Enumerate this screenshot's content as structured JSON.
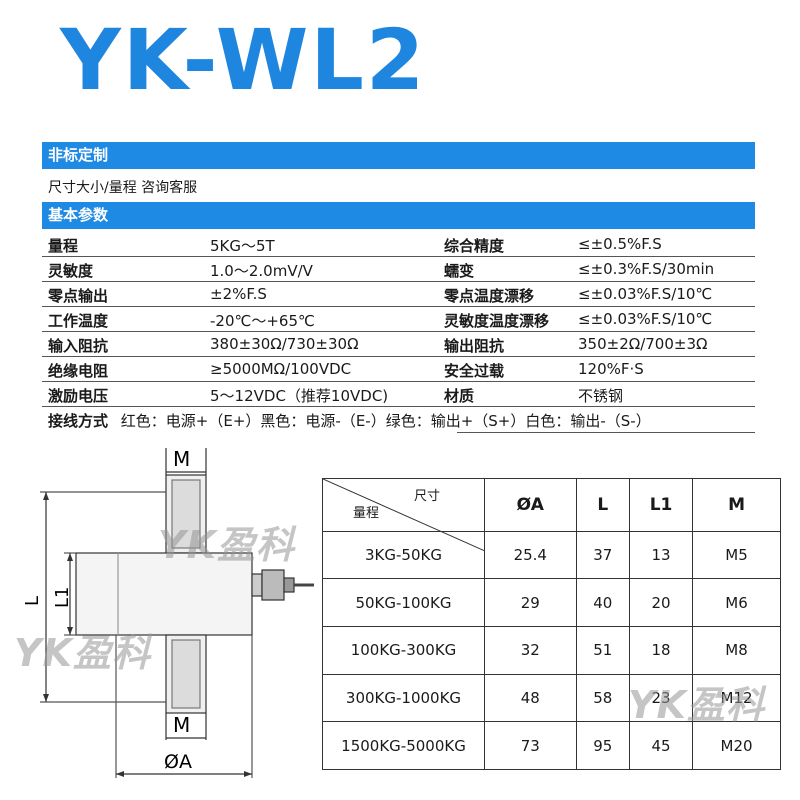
{
  "title": "YK-WL2",
  "custom": {
    "header": "非标定制",
    "note": "尺寸大小/量程 咨询客服"
  },
  "params": {
    "header": "基本参数",
    "rows": [
      {
        "k1": "量程",
        "v1": "5KG～5T",
        "k2": "综合精度",
        "v2": "≤±0.5%F.S"
      },
      {
        "k1": "灵敏度",
        "v1": "1.0～2.0mV/V",
        "k2": "蠕变",
        "v2": "≤±0.3%F.S/30min"
      },
      {
        "k1": "零点输出",
        "v1": "±2%F.S",
        "k2": "零点温度漂移",
        "v2": "≤±0.03%F.S/10℃"
      },
      {
        "k1": "工作温度",
        "v1": "-20℃～+65℃",
        "k2": "灵敏度温度漂移",
        "v2": "≤±0.03%F.S/10℃"
      },
      {
        "k1": "输入阻抗",
        "v1": "380±30Ω/730±30Ω",
        "k2": "输出阻抗",
        "v2": "350±2Ω/700±3Ω"
      },
      {
        "k1": "绝缘电阻",
        "v1": "≥5000MΩ/100VDC",
        "k2": "安全过载",
        "v2": "120%F·S"
      },
      {
        "k1": "激励电压",
        "v1": "5～12VDC（推荐10VDC)",
        "k2": "材质",
        "v2": "不锈钢"
      }
    ],
    "wiring_label": "接线方式",
    "wiring_text": "红色：电源+（E+）黑色：电源-（E-）绿色：输出+（S+）白色：输出-（S-）"
  },
  "drawing": {
    "label_m_top": "M",
    "label_m_bottom": "M",
    "label_l": "L",
    "label_l1": "L1",
    "label_diameter": "ØA"
  },
  "spec_table": {
    "corner_top": "尺寸",
    "corner_bottom": "量程",
    "headers": [
      "ØA",
      "L",
      "L1",
      "M"
    ],
    "rows": [
      [
        "3KG-50KG",
        "25.4",
        "37",
        "13",
        "M5"
      ],
      [
        "50KG-100KG",
        "29",
        "40",
        "20",
        "M6"
      ],
      [
        "100KG-300KG",
        "32",
        "51",
        "18",
        "M8"
      ],
      [
        "300KG-1000KG",
        "48",
        "58",
        "23",
        "M12"
      ],
      [
        "1500KG-5000KG",
        "73",
        "95",
        "45",
        "M20"
      ]
    ]
  },
  "watermark": "YK盈科",
  "colors": {
    "accent": "#1f86e0",
    "bar": "#1f8ae3"
  }
}
